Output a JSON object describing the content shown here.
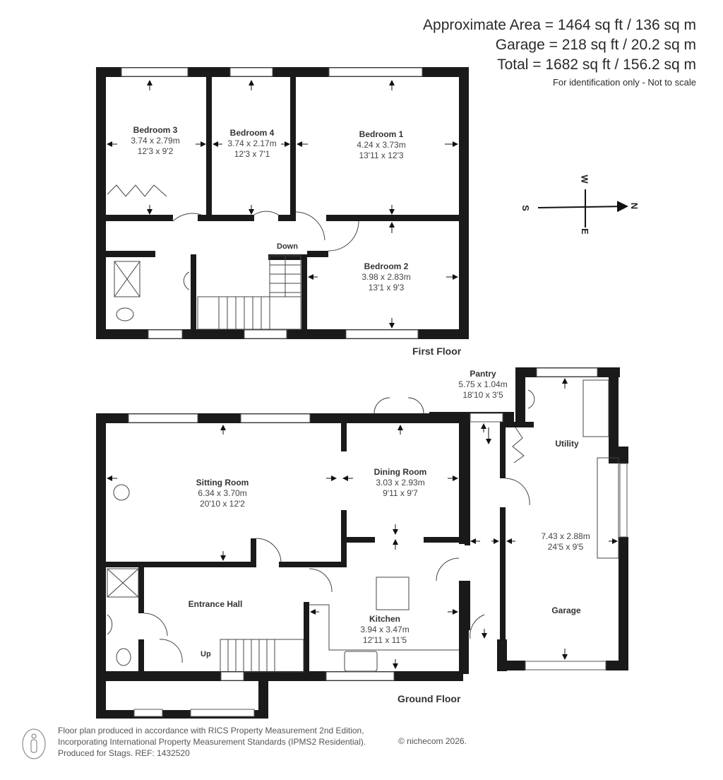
{
  "area_summary": {
    "approximate_area": "Approximate Area = 1464 sq ft / 136 sq m",
    "garage": "Garage = 218 sq ft / 20.2 sq m",
    "total": "Total = 1682 sq ft / 156.2 sq m",
    "note": "For identification only - Not to scale"
  },
  "compass": {
    "north": "N",
    "south": "S",
    "east": "E",
    "west": "W"
  },
  "first_floor": {
    "title": "First Floor",
    "stairs_label": "Down",
    "rooms": [
      {
        "name": "Bedroom 3",
        "metric": "3.74 x 2.79m",
        "imperial": "12'3 x 9'2"
      },
      {
        "name": "Bedroom 4",
        "metric": "3.74 x 2.17m",
        "imperial": "12'3 x 7'1"
      },
      {
        "name": "Bedroom 1",
        "metric": "4.24 x 3.73m",
        "imperial": "13'11 x 12'3"
      },
      {
        "name": "Bedroom 2",
        "metric": "3.98 x 2.83m",
        "imperial": "13'1 x 9'3"
      }
    ]
  },
  "ground_floor": {
    "title": "Ground Floor",
    "stairs_label": "Up",
    "rooms": [
      {
        "name": "Sitting Room",
        "metric": "6.34 x 3.70m",
        "imperial": "20'10 x 12'2"
      },
      {
        "name": "Dining Room",
        "metric": "3.03 x 2.93m",
        "imperial": "9'11 x 9'7"
      },
      {
        "name": "Entrance Hall",
        "metric": "",
        "imperial": ""
      },
      {
        "name": "Kitchen",
        "metric": "3.94 x 3.47m",
        "imperial": "12'11 x 11'5"
      },
      {
        "name": "Pantry",
        "metric": "5.75 x 1.04m",
        "imperial": "18'10 x 3'5"
      },
      {
        "name": "Utility",
        "metric": "",
        "imperial": ""
      },
      {
        "name": "Garage",
        "metric": "7.43 x 2.88m",
        "imperial": "24'5 x 9'5"
      }
    ]
  },
  "footer": {
    "line1": "Floor plan produced in accordance with RICS Property Measurement 2nd Edition,",
    "line2": "Incorporating International Property Measurement Standards (IPMS2 Residential).",
    "line3": "Produced for Stags.   REF: 1432520",
    "copyright": "© nichecom 2026."
  }
}
